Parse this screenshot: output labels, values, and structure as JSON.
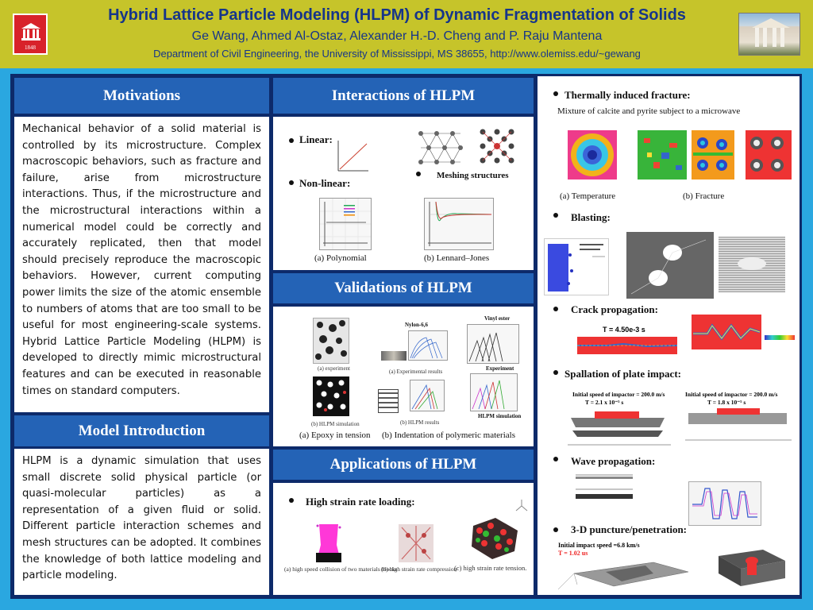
{
  "header": {
    "title": "Hybrid Lattice Particle Modeling (HLPM) of Dynamic Fragmentation of Solids",
    "authors": "Ge Wang, Ahmed Al-Ostaz, Alexander H.-D. Cheng and P. Raju Mantena",
    "department": "Department of Civil Engineering, the University of Mississippi, MS 38655, http://www.olemiss.edu/~gewang",
    "logo_year": "1848"
  },
  "colors": {
    "header_bg": "#c6c42a",
    "page_bg": "#2aa7e0",
    "frame": "#0d2a6a",
    "section_header": "#2463b6",
    "title_text": "#16358a"
  },
  "motivations": {
    "heading": "Motivations",
    "text": "Mechanical behavior of a solid material is controlled by its microstructure. Complex macroscopic behaviors, such as fracture and failure, arise from microstructure interactions. Thus, if the microstructure and the microstructural interactions within a numerical model could be correctly and accurately replicated, then that model should precisely reproduce the macroscopic behaviors. However, current computing power limits the size of the atomic ensemble to numbers of atoms that are too small to be useful for most engineering-scale systems. Hybrid Lattice Particle Modeling (HLPM) is developed to directly mimic microstructural features and can be executed in reasonable times on standard computers."
  },
  "model_intro": {
    "heading": "Model Introduction",
    "text": "HLPM is a dynamic simulation that uses small discrete solid physical particle (or quasi-molecular particles) as a representation of a given fluid or solid. Different particle interaction schemes and mesh structures can be adopted. It combines the knowledge of both lattice modeling and particle modeling."
  },
  "interactions": {
    "heading": "Interactions of HLPM",
    "linear": "Linear:",
    "nonlinear": "Non-linear:",
    "meshing": "Meshing structures",
    "caption_a": "(a) Polynomial",
    "caption_b": "(b) Lennard–Jones"
  },
  "validations": {
    "heading": "Validations of HLPM",
    "caption_a": "(a) Epoxy in tension",
    "caption_b": "(b) Indentation of polymeric materials",
    "sub_experiment": "(a) experiment",
    "sub_exp_results": "(a) Experimental results",
    "sub_sim": "(b) HLPM simulation",
    "sub_sim_results": "(b) HLPM results",
    "nylon": "Nylon-6,6",
    "vinyl": "Vinyl ester",
    "exp_label": "Experiment",
    "hlpm_label": "HLPM simulation"
  },
  "applications": {
    "heading": "Applications of HLPM",
    "high_strain": "High strain rate loading:",
    "cap_a": "(a) high speed collision of two materials blocks",
    "cap_b": "(b) high strain rate compression",
    "cap_c": "(c) high strain rate tension."
  },
  "right_column": {
    "thermal": "Thermally induced fracture:",
    "thermal_sub": "Mixture of calcite and pyrite subject to a microwave",
    "thermal_cap_a": "(a) Temperature",
    "thermal_cap_b": "(b) Fracture",
    "blasting": "Blasting:",
    "crack": "Crack propagation:",
    "crack_time": "T = 4.50e-3 s",
    "spallation": "Spallation of plate impact:",
    "spall_a_title": "Initial speed of impactor = 200.0 m/s",
    "spall_a_time": "T = 2.1 x 10⁻⁵ s",
    "spall_b_title": "Initial speed of impactor = 200.0 m/s",
    "spall_b_time": "T = 1.8 x 10⁻⁵ s",
    "wave": "Wave propagation:",
    "puncture": "3-D puncture/penetration:",
    "puncture_speed": "Initial impact speed =6.8 km/s",
    "puncture_time": "T = 1.02 us"
  }
}
